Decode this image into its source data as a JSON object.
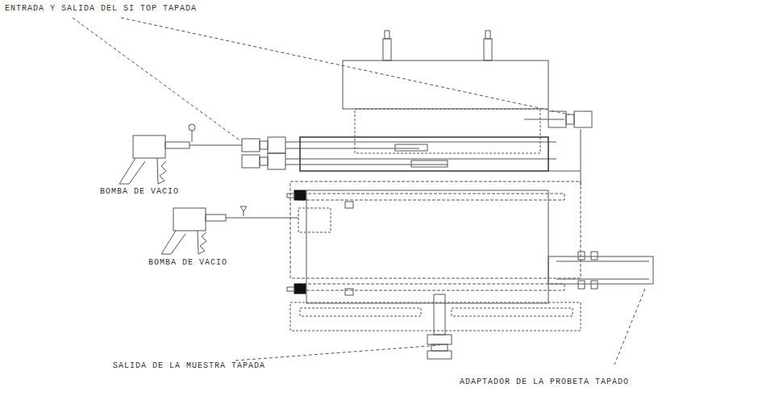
{
  "diagram": {
    "labels": [
      "ENTRADA Y SALIDA DEL SI TOP TAPADA",
      "BOMBA DE VACIO",
      "BOMBA DE VACIO",
      "SALIDA DE LA MUESTRA TAPADA",
      "ADAPTADOR DE LA PROBETA TAPADO"
    ]
  }
}
